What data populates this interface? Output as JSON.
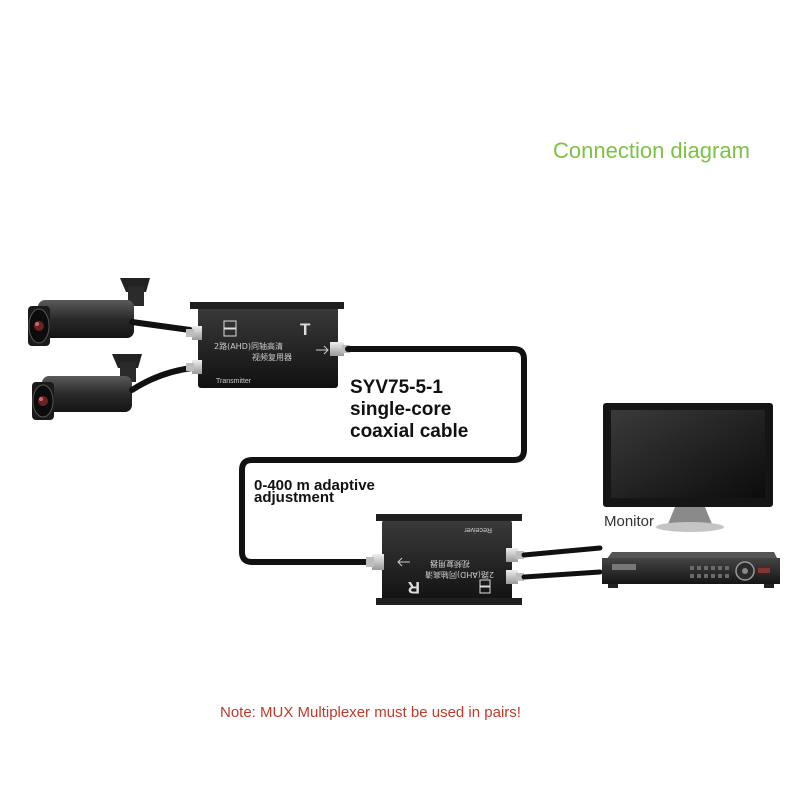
{
  "title": "Connection diagram",
  "cable": {
    "line1": "SYV75-5-1",
    "line2": "single-core",
    "line3": "coaxial cable"
  },
  "distance": {
    "line1": "0-400 m adaptive",
    "line2": "adjustment"
  },
  "transmitter": {
    "letter": "T",
    "chinese_line1": "2路(AHD)同轴高清",
    "chinese_line2": "视频复用器",
    "label": "Transmitter"
  },
  "receiver": {
    "letter": "R",
    "chinese_line1": "2路(AHD)同轴高清",
    "chinese_line2": "视频复用器",
    "label": "Receiver"
  },
  "monitor_label": "Monitor",
  "note": "Note: MUX Multiplexer must be used in pairs!",
  "colors": {
    "title": "#7dc243",
    "note": "#c0392b",
    "cable": "#111111",
    "device": "#1c1c1c"
  }
}
